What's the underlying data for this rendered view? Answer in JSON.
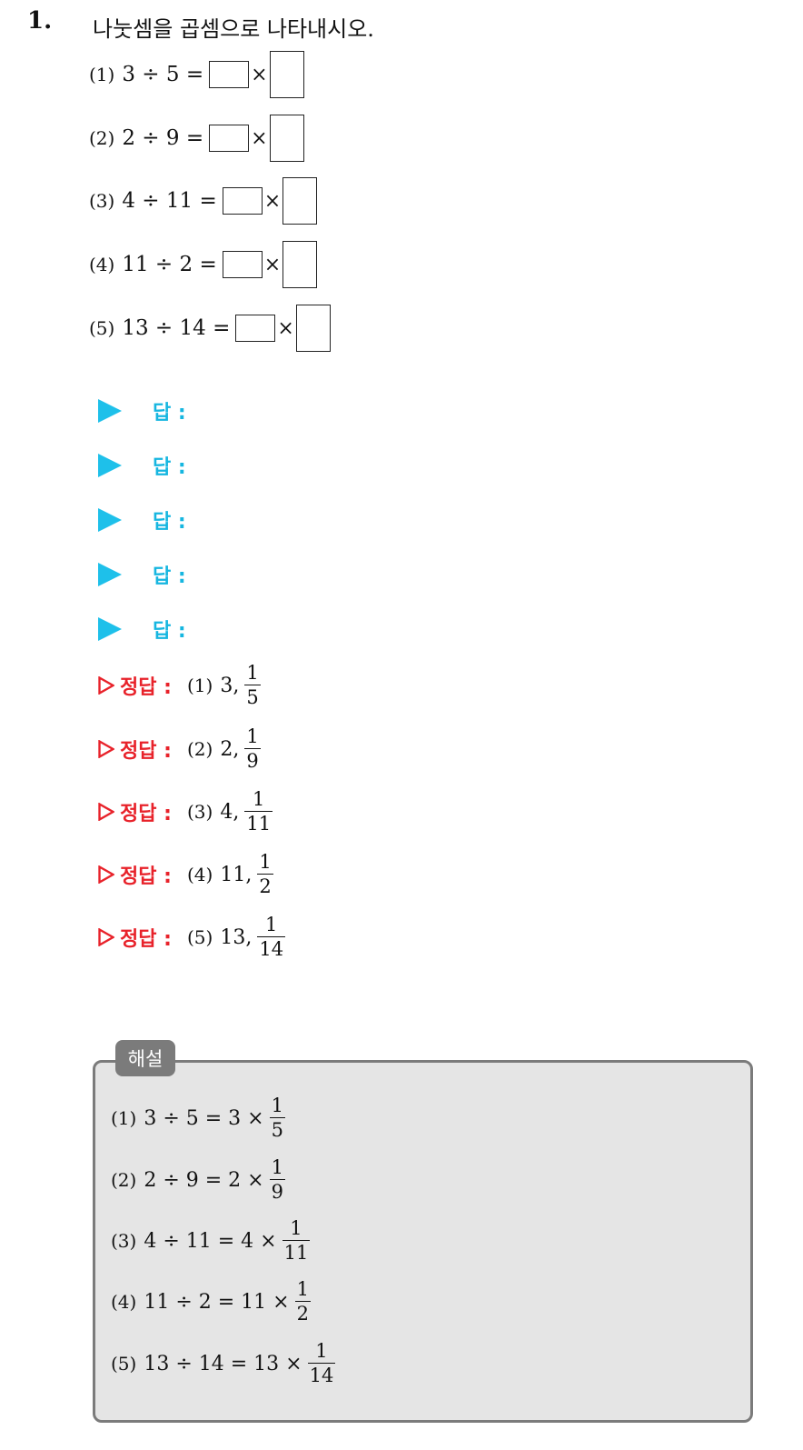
{
  "question": {
    "number": "1.",
    "title": "나눗셈을 곱셈으로 나타내시오.",
    "problems": [
      {
        "label": "(1)",
        "expr": "3 ÷ 5 ="
      },
      {
        "label": "(2)",
        "expr": "2 ÷ 9 ="
      },
      {
        "label": "(3)",
        "expr": "4 ÷ 11 ="
      },
      {
        "label": "(4)",
        "expr": "11 ÷ 2 ="
      },
      {
        "label": "(5)",
        "expr": "13 ÷ 14 ="
      }
    ],
    "times": "×"
  },
  "answer_prompts": [
    "답 :",
    "답 :",
    "답 :",
    "답 :",
    "답 :"
  ],
  "solutions": {
    "label": "정답 :",
    "items": [
      {
        "label": "(1)",
        "whole": "3,",
        "num": "1",
        "den": "5"
      },
      {
        "label": "(2)",
        "whole": "2,",
        "num": "1",
        "den": "9"
      },
      {
        "label": "(3)",
        "whole": "4,",
        "num": "1",
        "den": "11"
      },
      {
        "label": "(4)",
        "whole": "11,",
        "num": "1",
        "den": "2"
      },
      {
        "label": "(5)",
        "whole": "13,",
        "num": "1",
        "den": "14"
      }
    ]
  },
  "explanation": {
    "tag": "해설",
    "items": [
      {
        "label": "(1)",
        "expr": "3 ÷ 5 = 3 ×",
        "num": "1",
        "den": "5"
      },
      {
        "label": "(2)",
        "expr": "2 ÷ 9 = 2 ×",
        "num": "1",
        "den": "9"
      },
      {
        "label": "(3)",
        "expr": "4 ÷ 11 = 4 ×",
        "num": "1",
        "den": "11"
      },
      {
        "label": "(4)",
        "expr": "11 ÷ 2 = 11 ×",
        "num": "1",
        "den": "2"
      },
      {
        "label": "(5)",
        "expr": "13 ÷ 14 = 13 ×",
        "num": "1",
        "den": "14"
      }
    ]
  },
  "colors": {
    "answer_blue": "#16b6e0",
    "solution_red": "#e8222a",
    "explanation_gray": "#7b7b7b"
  }
}
